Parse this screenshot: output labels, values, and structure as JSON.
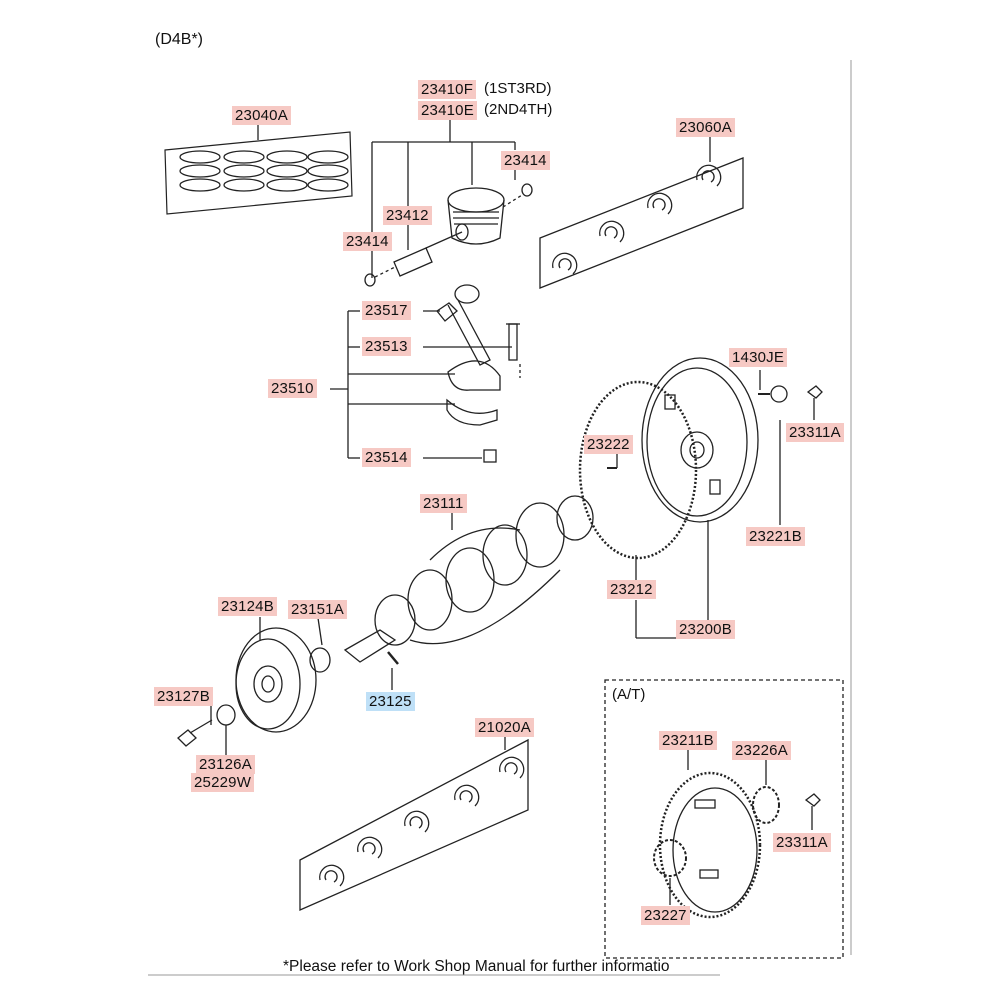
{
  "header": "(D4B*)",
  "footer_note": "*Please refer to Work Shop Manual for further informatio",
  "at_box_title": "(A/T)",
  "colors": {
    "label_bg": "#f6c9c4",
    "highlight_bg": "#bfe0f7",
    "line": "#222222"
  },
  "labels": {
    "l23040A": "23040A",
    "l23410F": "23410F",
    "l23410F_note": "(1ST3RD)",
    "l23410E": "23410E",
    "l23410E_note": "(2ND4TH)",
    "l23414a": "23414",
    "l23412": "23412",
    "l23414b": "23414",
    "l23060A": "23060A",
    "l23517": "23517",
    "l23513": "23513",
    "l23510": "23510",
    "l23514": "23514",
    "l1430JE": "1430JE",
    "l23311A": "23311A",
    "l23222": "23222",
    "l23221B": "23221B",
    "l23111": "23111",
    "l23212": "23212",
    "l23200B": "23200B",
    "l23124B": "23124B",
    "l23151A": "23151A",
    "l23127B": "23127B",
    "l23125": "23125",
    "l23126A": "23126A",
    "l25229W": "25229W",
    "l21020A": "21020A",
    "l23211B": "23211B",
    "l23226A": "23226A",
    "l23311A_b": "23311A",
    "l23227": "23227"
  }
}
